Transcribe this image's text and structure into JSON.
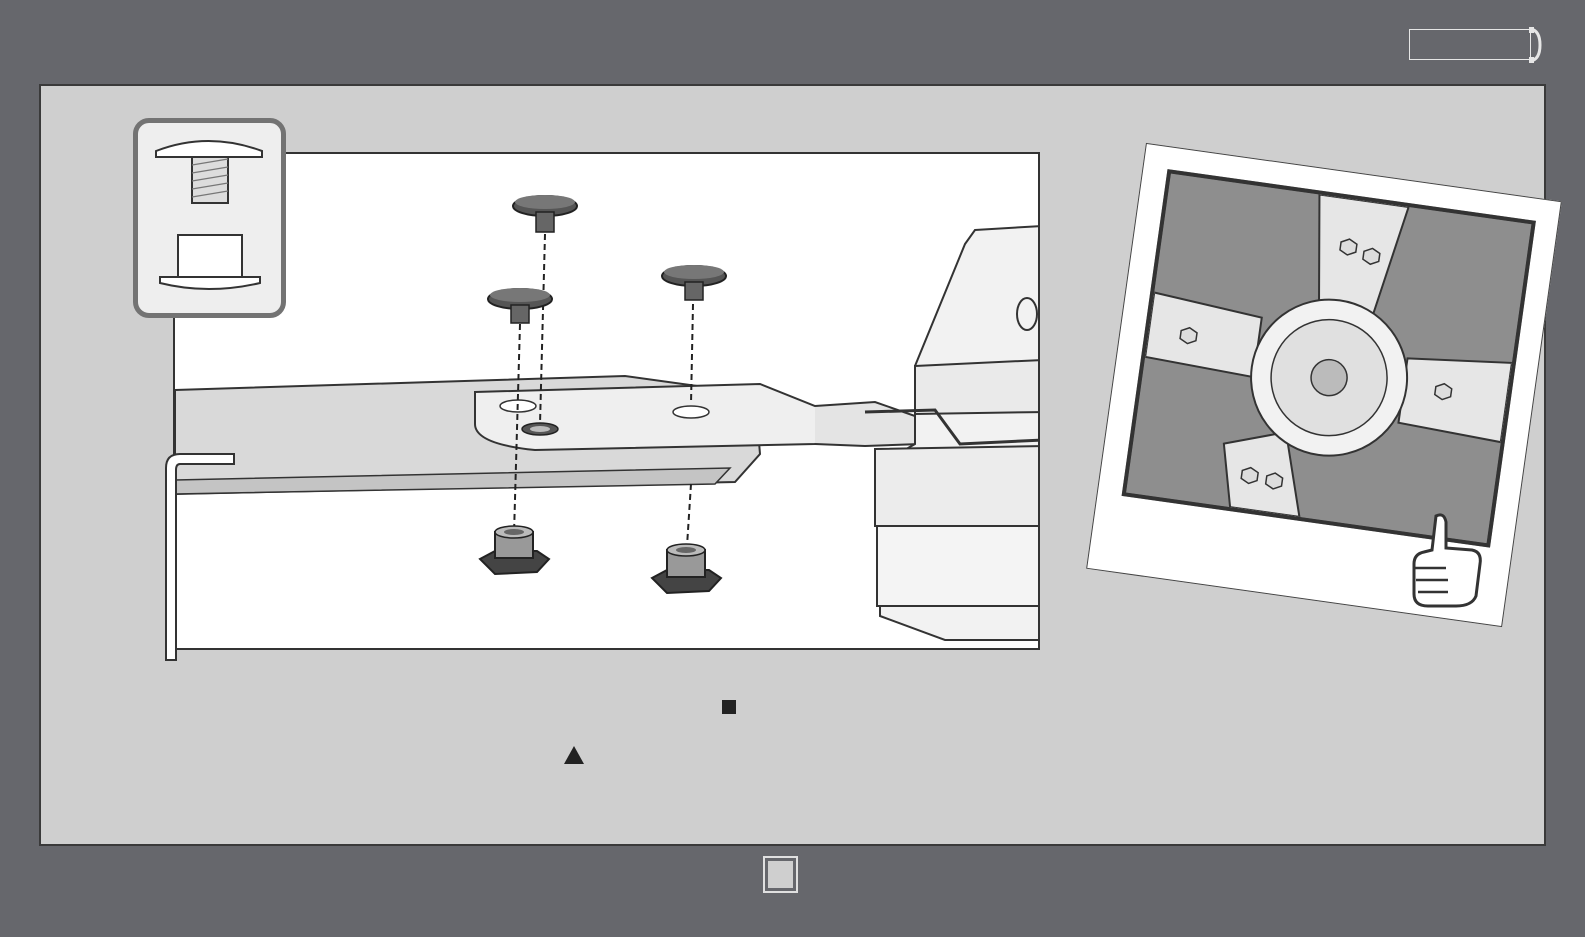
{
  "header": {
    "box": "header-box",
    "bracket": "bracket-icon"
  },
  "illustration": {
    "main": "blade-mounting-diagram",
    "inset": "screw-and-nut-detail",
    "tool": "allen-key-icon",
    "photo": "installed-fan-photo",
    "approval": "thumbs-up-icon"
  },
  "legend": {
    "square": "square-icon",
    "triangle": "triangle-icon"
  },
  "colors": {
    "background": "#66676c",
    "panel": "#cfcfcf",
    "line": "#333333"
  }
}
